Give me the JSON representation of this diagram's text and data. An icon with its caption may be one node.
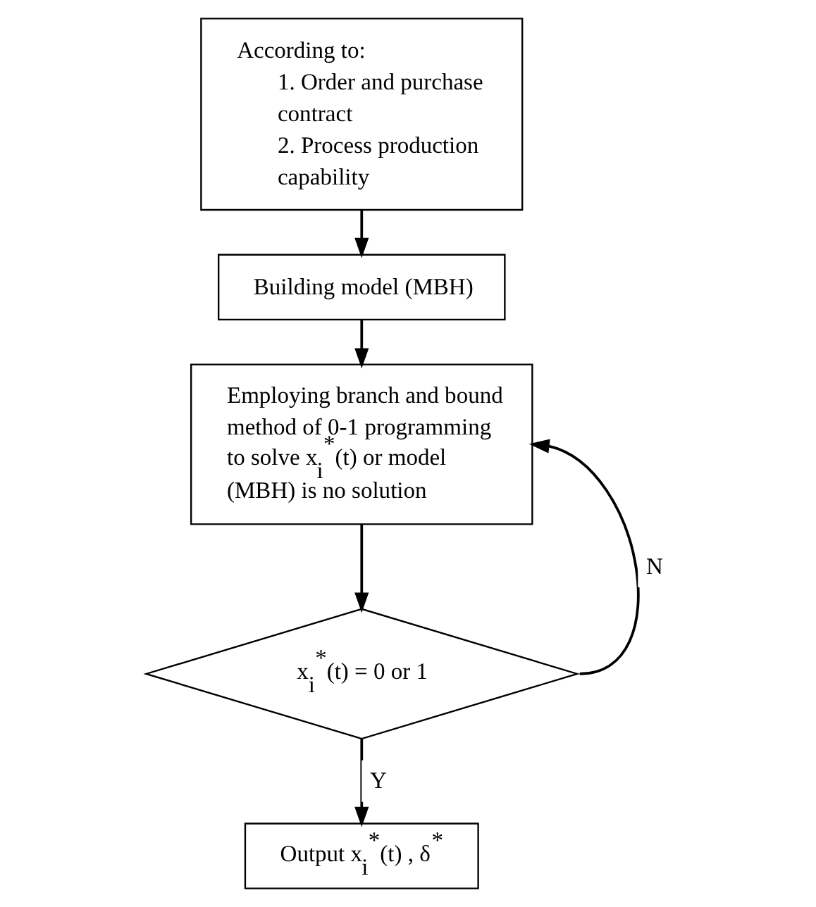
{
  "diagram": {
    "nodes": [
      {
        "text": [
          "According to:",
          "1. Order and purchase contract",
          "2. Process production capability"
        ]
      },
      {
        "text": [
          "Building model (MBH)"
        ]
      },
      {
        "text": [
          "Employing branch and bound method of 0-1 programming to solve x$_{i}$$^{*}$(t) or model (MBH) is no solution"
        ]
      },
      {
        "text": [
          "x$_{i}$$^{*}$(t) = 0 or 1"
        ]
      },
      {
        "text": [
          "Output x$_{i}$$^{*}$(t) , δ$^{*}$"
        ]
      }
    ],
    "edges": [
      {
        "from": 0,
        "to": 1,
        "arrow": "to"
      },
      {
        "from": 1,
        "to": 2,
        "arrow": "to"
      },
      {
        "from": 2,
        "to": 3,
        "arrow": "to"
      },
      {
        "from": 3,
        "to": 4,
        "arrow": "to",
        "label": "Y"
      },
      {
        "from": 3,
        "to": 2,
        "arrow": "to",
        "label": "N"
      }
    ]
  }
}
